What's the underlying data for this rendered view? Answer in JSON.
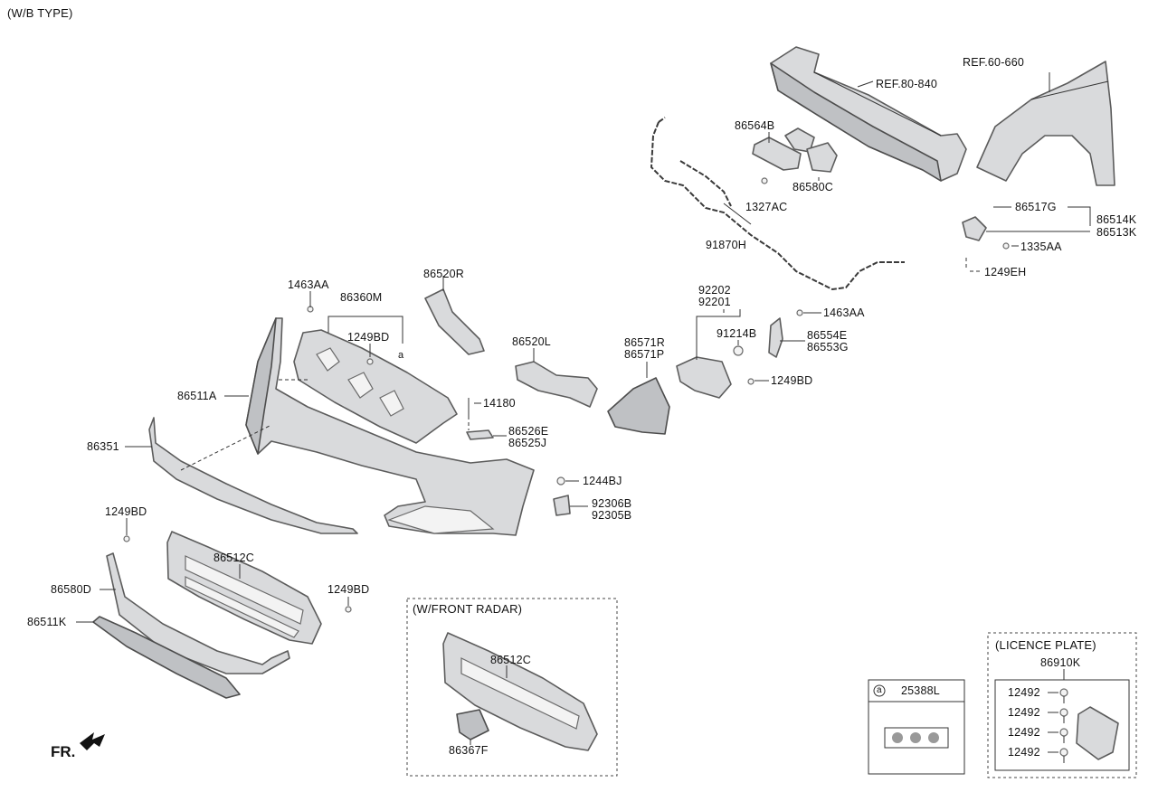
{
  "diagram": {
    "header": "(W/B TYPE)",
    "orientation_label": "FR.",
    "labels": {
      "ref_80_840": "REF.80-840",
      "ref_60_660": "REF.60-660",
      "p86564B": "86564B",
      "p86580C_top": "86580C",
      "p1327AC": "1327AC",
      "p91870H": "91870H",
      "p86517G": "86517G",
      "p86514K": "86514K",
      "p86513K": "86513K",
      "p1335AA": "1335AA",
      "p1249EH": "1249EH",
      "p86520R": "86520R",
      "p86520L": "86520L",
      "p1463AA_left": "1463AA",
      "p86360M": "86360M",
      "p1249BD_a": "1249BD",
      "circle_a": "a",
      "p92202": "92202",
      "p92201": "92201",
      "p91214B": "91214B",
      "p1463AA_right": "1463AA",
      "p86554E": "86554E",
      "p86553G": "86553G",
      "p86571R": "86571R",
      "p86571P": "86571P",
      "p1249BD_b": "1249BD",
      "p86511A": "86511A",
      "p14180": "14180",
      "p86526E": "86526E",
      "p86525J": "86525J",
      "p86351": "86351",
      "p1244BJ": "1244BJ",
      "p92306B": "92306B",
      "p92305B": "92305B",
      "p1249BD_c": "1249BD",
      "p86512C": "86512C",
      "p1249BD_d": "1249BD",
      "p86580D": "86580D",
      "p86511K": "86511K"
    },
    "radar_inset": {
      "title": "(W/FRONT RADAR)",
      "part_grille": "86512C",
      "part_cover": "86367F"
    },
    "symbol_box": {
      "circle": "a",
      "part": "25388L"
    },
    "licence_box": {
      "title": "(LICENCE PLATE)",
      "part": "86910K",
      "screws": [
        "12492",
        "12492",
        "12492",
        "12492"
      ]
    }
  }
}
